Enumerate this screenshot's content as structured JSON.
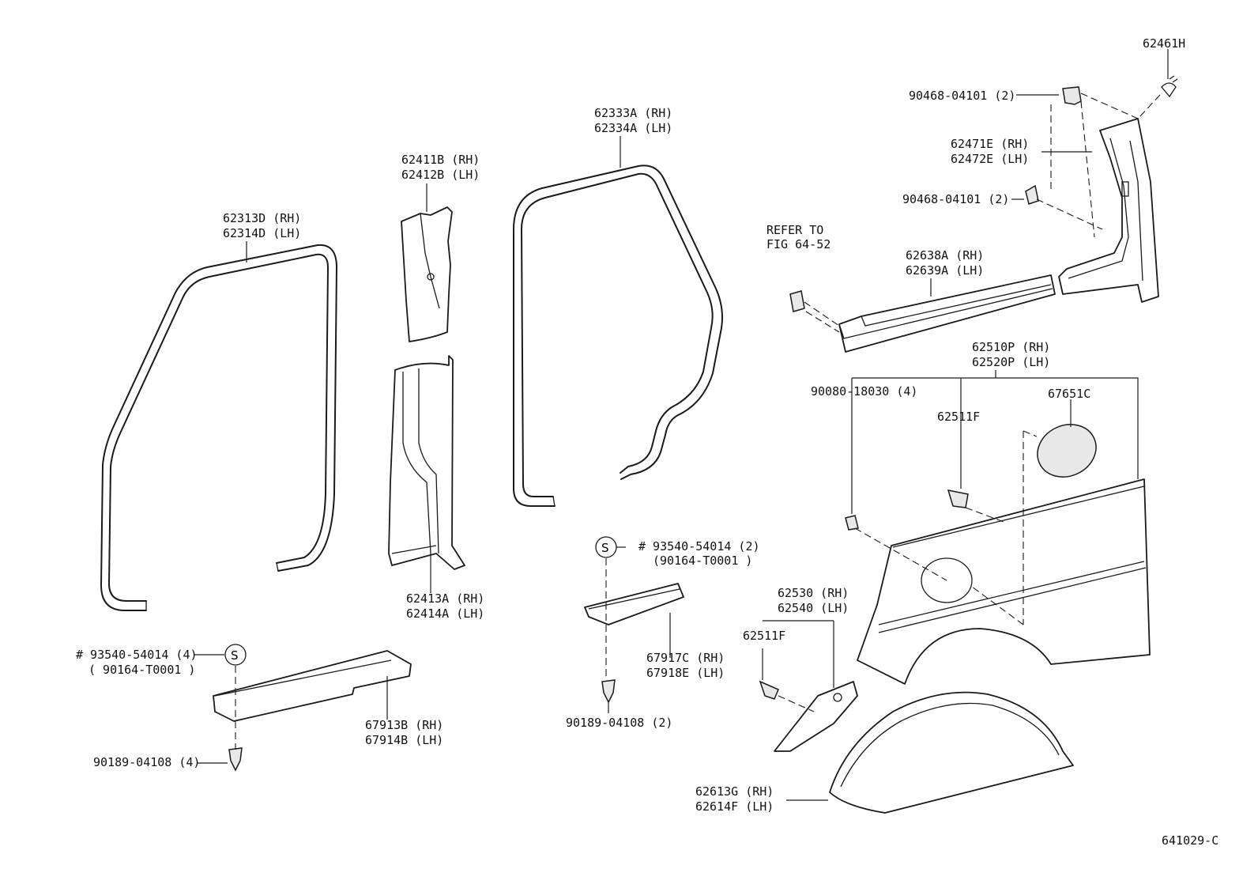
{
  "labels": {
    "p62461H": "62461H",
    "p90468_a": "90468-04101 (2)",
    "p62471E": "62471E (RH)",
    "p62472E": "62472E (LH)",
    "p90468_b": "90468-04101 (2)",
    "refer1": "REFER TO",
    "refer2": "FIG 64-52",
    "p62638A": "62638A (RH)",
    "p62639A": "62639A (LH)",
    "p62510P": "62510P (RH)",
    "p62520P": "62520P (LH)",
    "p90080": "90080-18030 (4)",
    "p62511F_a": "62511F",
    "p67651C": "67651C",
    "p62333A": "62333A (RH)",
    "p62334A": "62334A (LH)",
    "p62411B": "62411B (RH)",
    "p62412B": "62412B (LH)",
    "p62313D": "62313D (RH)",
    "p62314D": "62314D (LH)",
    "p62413A": "62413A (RH)",
    "p62414A": "62414A (LH)",
    "p93540_mid": "# 93540-54014 (2)",
    "p90164_mid": "(90164-T0001 )",
    "p67917C": "67917C (RH)",
    "p67918E": "67918E (LH)",
    "p90189_mid": "90189-04108 (2)",
    "p93540_left": "# 93540-54014 (4)",
    "p90164_left": "( 90164-T0001 )",
    "p67913B": "67913B (RH)",
    "p67914B": "67914B (LH)",
    "p90189_left": "90189-04108 (4)",
    "p62530": "62530 (RH)",
    "p62540": "62540 (LH)",
    "p62511F_b": "62511F",
    "p62613G": "62613G (RH)",
    "p62614F": "62614F (LH)",
    "figure_code": "641029-C",
    "s_symbol": "S"
  },
  "icons": [
    "weatherstrip-front",
    "weatherstrip-rear",
    "center-pillar-upper-trim",
    "center-pillar-lower-trim",
    "scuff-plate-front",
    "scuff-plate-rear",
    "rear-pillar-trim",
    "quarter-trim-panel",
    "wheelhouse-cover",
    "clip-icon",
    "screw-s-symbol-icon"
  ]
}
